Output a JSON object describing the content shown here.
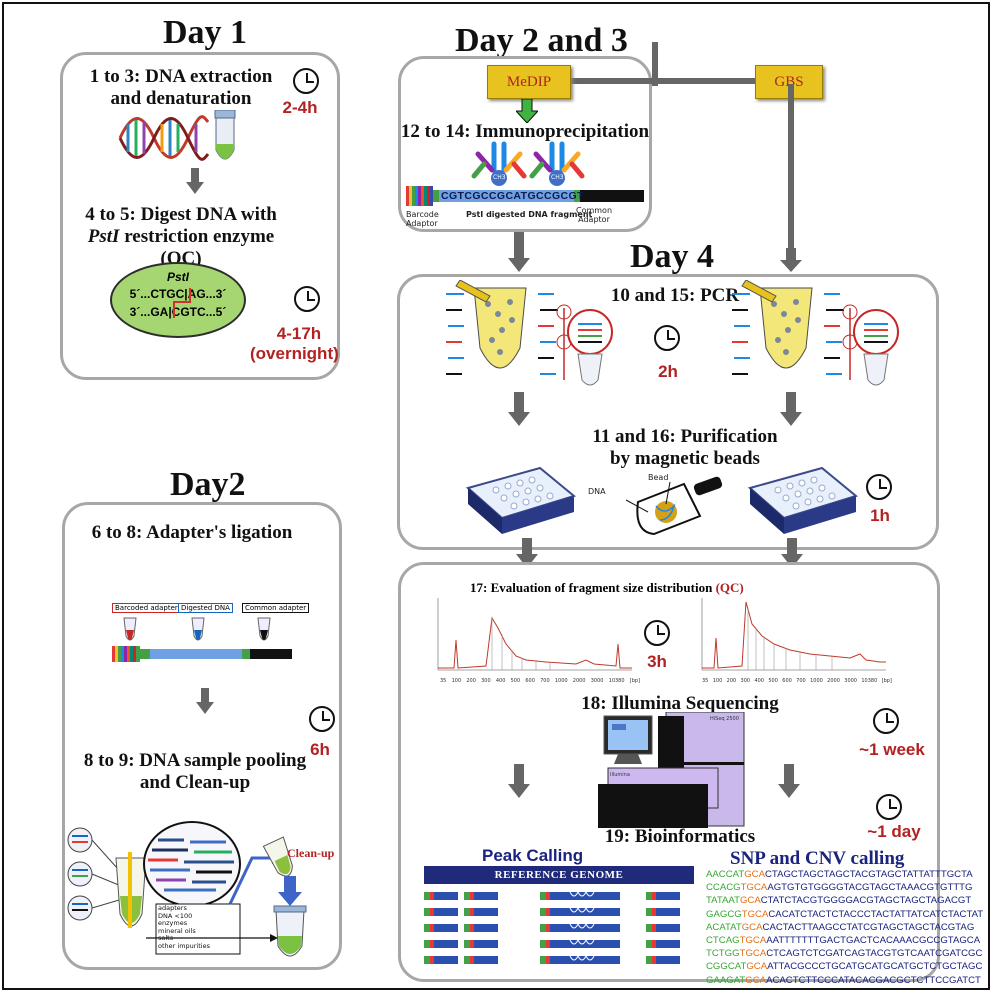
{
  "days": {
    "day1": "Day 1",
    "day2": "Day2",
    "day23": "Day 2 and 3",
    "day4": "Day 4"
  },
  "day1": {
    "step1": "1 to 3: DNA extraction and denaturation",
    "time1": "2-4h",
    "step2_prefix": "4 to 5: Digest DNA with ",
    "step2_enzyme": "PstI",
    "step2_suffix": " restriction enzyme (QC)",
    "enzyme_label": "PstI",
    "seq_top": "5´...CTGC|AG...3´",
    "seq_bottom": "3´...GA|CGTC...5´",
    "time2": "4-17h",
    "time2_note": "(overnight)"
  },
  "day2": {
    "step1": "6 to 8: Adapter's ligation",
    "barcoded_label": "Barcoded adapter",
    "digested_label": "Digested DNA",
    "common_label": "Common adapter",
    "time": "6h",
    "step2": "8 to 9: DNA sample pooling and Clean-up",
    "cleanup_label": "Clean-up",
    "impurities": [
      "adapters",
      "DNA <100",
      "enzymes",
      "mineral oils",
      "salts",
      "other impurities"
    ]
  },
  "day23": {
    "medip": "MeDIP",
    "gbs": "GBS",
    "step": "12 to 14: Immunoprecipitation",
    "fragment_seq": "CGTCGCCGCATGCCGCGT",
    "barcode_label": "Barcode Adaptor",
    "fragment_label": "PstI digested DNA fragment",
    "common_label": "Common Adaptor",
    "methyl": "CH3"
  },
  "day4": {
    "pcr": "10 and 15: PCR",
    "pcr_time": "2h",
    "purif": "11 and 16: Purification by magnetic beads",
    "dna_label": "DNA",
    "bead_label": "Bead",
    "purif_time": "1h"
  },
  "analysis": {
    "step17": "17: Evaluation of fragment size distribution ",
    "step17_qc": "(QC)",
    "time17": "3h",
    "step18": "18: Illumina Sequencing",
    "time18": "~1 week",
    "step19": "19: Bioinformatics",
    "time19": "~1 day",
    "peak_calling": "Peak Calling",
    "reference_genome": "REFERENCE GENOME",
    "snp_calling": "SNP and CNV calling",
    "seq_machine": "HiSeq 2500",
    "seq_brand": "Illumina",
    "bp_axis_left": [
      "35",
      "100",
      "200",
      "300",
      "400",
      "500",
      "600",
      "700",
      "1000",
      "2000",
      "3000",
      "10380",
      "[bp]"
    ],
    "bp_axis_right": [
      "35",
      "100",
      "200",
      "300",
      "400",
      "500",
      "600",
      "700",
      "1000",
      "2000",
      "3000",
      "10380",
      "[bp]"
    ],
    "seq_lines": [
      [
        "AACCAT",
        "GCA",
        "CTAGCTAGCTAGCTACGTAGCTATTATTTGCTA"
      ],
      [
        "CCACG",
        "TGCA",
        "AGTGTGTGGGGTACGTAGCTAAACGTGTTTG"
      ],
      [
        "TATAAT",
        "GCA",
        "CTATCTACGTGGGGACGTAGCTAGCTAGACGT"
      ],
      [
        "GAGCG",
        "TGCA",
        "CACATCTACTCTACCCTACTATTATCATCTACTAT"
      ],
      [
        "ACATAT",
        "GCA",
        "CACTACTTAAGCCTATCGTAGCTAGCTACGTAG"
      ],
      [
        "CTCAG",
        "TGCA",
        "AATTTTTTTGACTGACTCACAAACGCCGTAGCA"
      ],
      [
        "TCTGG",
        "TGCA",
        "CTCAGTCTCGATCAGTACGTGTCAATCGATCGC"
      ],
      [
        "CGGCAT",
        "GCA",
        "ATTACGCCCTGCATGCATGCATGCTCTGCTAGC"
      ],
      [
        "GAAGAT",
        "GCA",
        "ACACTCTTCCCATACACGACGCTCTTCCGATCT"
      ]
    ]
  },
  "colors": {
    "accent_red": "#b22222",
    "tag_yellow": "#e8c31f",
    "panel_border": "#a7a7a7",
    "arrow_gray": "#666666",
    "genome_bar": "#1f2a7a"
  }
}
